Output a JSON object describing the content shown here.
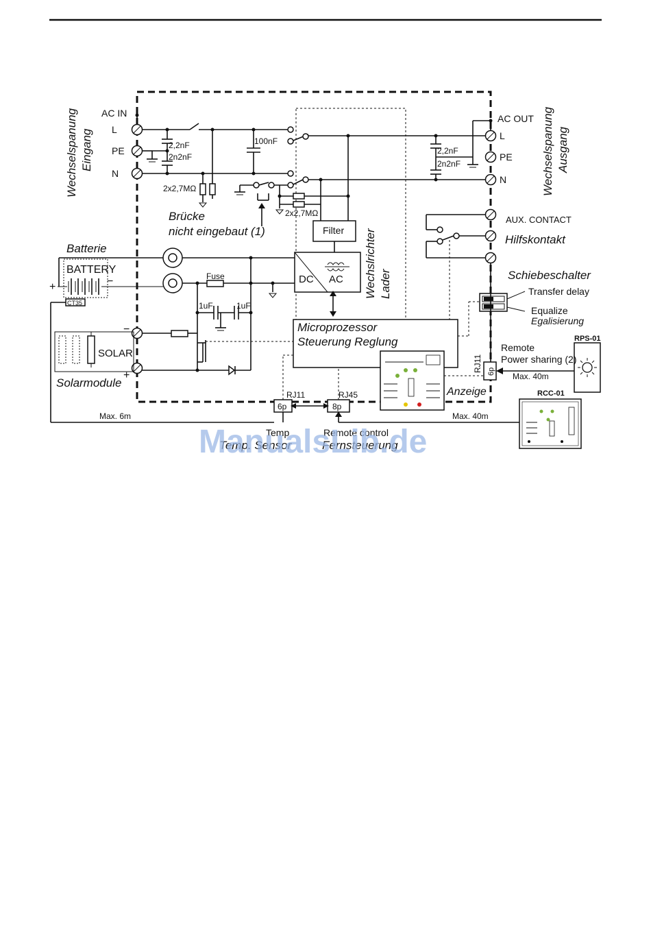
{
  "labels": {
    "ac_in": "AC IN",
    "ac_out": "AC OUT",
    "l_in": "L",
    "pe_in": "PE",
    "n_in": "N",
    "l_out": "L",
    "pe_out": "PE",
    "n_out": "N",
    "cap_22nf_in": "2,2nF",
    "cap_2n2nf_in": "2n2nF",
    "cap_22nf_out": "2,2nF",
    "cap_2n2nf_out": "2n2nF",
    "cap_100nf": "100nF",
    "res_left": "2x2,7MΩ",
    "res_right": "2x2,7MΩ",
    "bruecke_1": "Brücke",
    "bruecke_2": "nicht eingebaut (1)",
    "wechselspannung": "Wechselspanung",
    "eingang": "Eingang",
    "ausgang": "Ausgang",
    "filter": "Filter",
    "dc": "DC",
    "ac": "AC",
    "wechselrichter": "Wechslrichter",
    "lader": "Lader",
    "batterie": "Batterie",
    "battery": "BATTERY",
    "plus": "+",
    "minus": "−",
    "fuse": "Fuse",
    "uf_1": "1uF",
    "uf_2": "1uF",
    "ct35": "CT35",
    "solar": "SOLAR",
    "solarmodule": "Solarmodule",
    "micro_1": "Microprozessor",
    "micro_2": "Steuerung Reglung",
    "anzeige": "Anzeige",
    "aux_contact": "AUX. CONTACT",
    "hilfskontakt": "Hilfskontakt",
    "schiebeschalter": "Schiebeschalter",
    "transfer_delay": "Transfer delay",
    "equalize": "Equalize",
    "egalisierung": "Egalisierung",
    "remote": "Remote",
    "power_sharing": "Power sharing (2)",
    "rps01": "RPS-01",
    "max40m_a": "Max. 40m",
    "max40m_b": "Max. 40m",
    "max6m": "Max. 6m",
    "rj11_side": "RJ11",
    "six_p_side": "6p",
    "rj11_bottom": "RJ11",
    "rj45": "RJ45",
    "six_p": "6p",
    "eight_p": "8p",
    "temp": "Temp",
    "temp_sensor": "Temp. Sensor",
    "remote_control": "Remote control",
    "fernsteuerung": "Fernsteuerung",
    "rcc01": "RCC-01",
    "watermark": "ManualsLib.de"
  }
}
